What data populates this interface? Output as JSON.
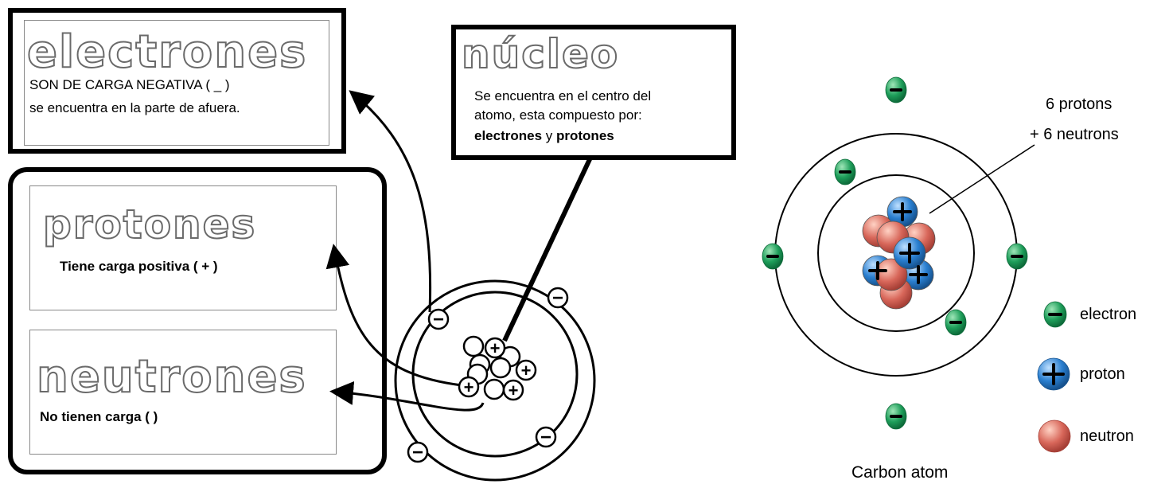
{
  "left_diagram": {
    "electrones": {
      "title": "electrones",
      "line1": "SON DE CARGA NEGATIVA ( _ )",
      "line2": "se encuentra en la parte de afuera."
    },
    "protones": {
      "title": "protones",
      "text": "Tiene carga positiva (  + )"
    },
    "neutrones": {
      "title": "neutrones",
      "text": "No tienen carga    (   )"
    },
    "nucleo": {
      "title": "núcleo",
      "line1": "Se encuentra en el centro del",
      "line2": "atomo, esta compuesto por:",
      "line3_word1": "electrones",
      "line3_joiner": " y ",
      "line3_word2": "protones"
    },
    "minus_symbol": "−",
    "plus_symbol": "+"
  },
  "right_diagram": {
    "annotation_line1": "6 protons",
    "annotation_line2": "+ 6 neutrons",
    "caption": "Carbon atom",
    "legend": [
      {
        "label": "electron",
        "color": "#1e9e5a",
        "symbol": "−"
      },
      {
        "label": "proton",
        "color": "#2a7fd0",
        "symbol": "+"
      },
      {
        "label": "neutron",
        "color": "#d8675a",
        "symbol": ""
      }
    ],
    "colors": {
      "electron": "#1e9e5a",
      "proton": "#2a7fd0",
      "neutron": "#d8675a"
    }
  }
}
